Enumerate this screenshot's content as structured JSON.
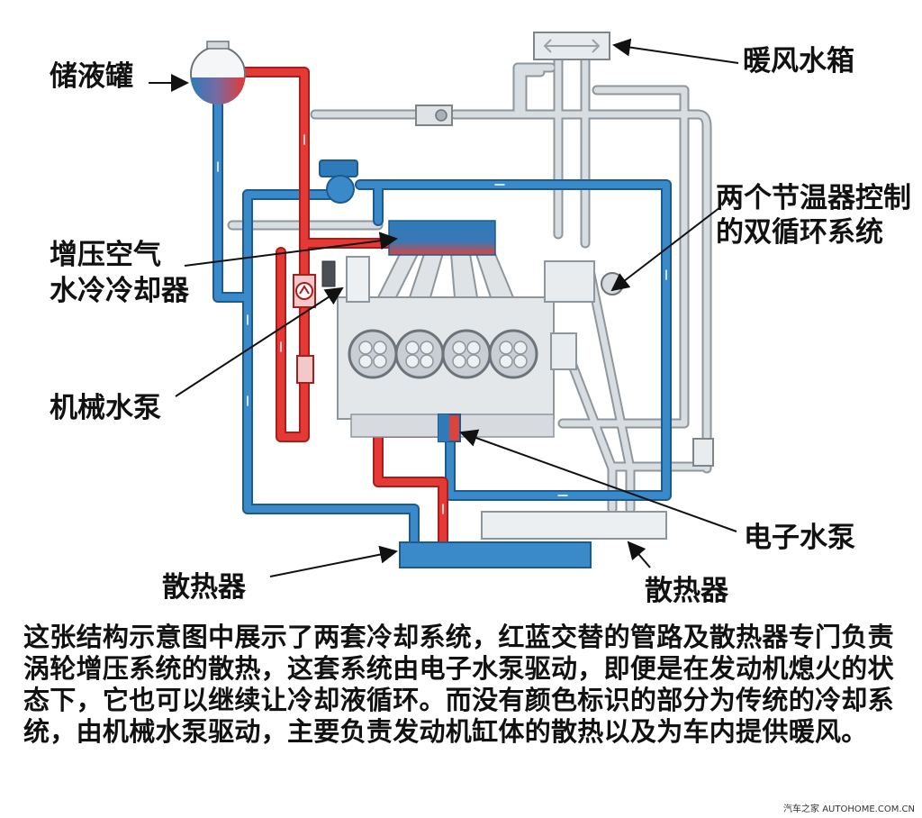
{
  "labels": {
    "reservoir": "储液罐",
    "heater_core": "暖风水箱",
    "thermostats_line1": "两个节温器控制",
    "thermostats_line2": "的双循环系统",
    "intercooler_line1": "增压空气",
    "intercooler_line2": "水冷冷却器",
    "mech_pump": "机械水泵",
    "electric_pump": "电子水泵",
    "radiator_left": "散热器",
    "radiator_right": "散热器"
  },
  "caption": "这张结构示意图中展示了两套冷却系统，红蓝交替的管路及散热器专门负责涡轮增压系统的散热，这套系统由电子水泵驱动，即便是在发动机熄火的状态下，它也可以继续让冷却液循环。而没有颜色标识的部分为传统的冷却系统，由机械水泵驱动，主要负责发动机缸体的散热以及为车内提供暖风。",
  "watermark": "汽车之家 AUTOHOME.COM.CN",
  "colors": {
    "hot": "#e53935",
    "cold": "#2f7ab8",
    "grey_pipe": "#c9cfd4",
    "engine": "#e4e7ea"
  }
}
